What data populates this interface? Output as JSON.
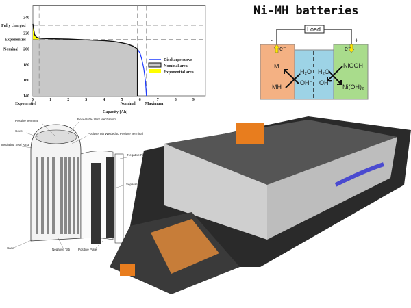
{
  "chart_data": {
    "type": "line",
    "xlabel": "Capacity [Ah]",
    "ylabel": "",
    "xlim": [
      0,
      9.65
    ],
    "ylim": [
      140,
      255
    ],
    "x_ticks": [
      0,
      1,
      2,
      3,
      4,
      5,
      6,
      7,
      8,
      9
    ],
    "y_ticks": [
      140,
      160,
      180,
      200,
      220,
      240
    ],
    "y_annotations": [
      {
        "label": "Fully charged",
        "value": 230
      },
      {
        "label": "Exponentiel",
        "value": 212
      },
      {
        "label": "Nominal",
        "value": 200
      }
    ],
    "x_annotations": [
      {
        "label": "Exponentiel",
        "value": 0.35
      },
      {
        "label": "Nominal",
        "value": 5.85
      },
      {
        "label": "Maximum",
        "value": 6.35
      }
    ],
    "series": [
      {
        "name": "Discharge curve",
        "color": "#1f3cff",
        "x": [
          0,
          0.05,
          0.1,
          0.2,
          0.3,
          0.5,
          1,
          2,
          3,
          4,
          4.5,
          5,
          5.3,
          5.6,
          5.85,
          6.0,
          6.1,
          6.2,
          6.3,
          6.35
        ],
        "y": [
          232,
          224,
          218,
          215,
          214,
          213.5,
          213,
          212.5,
          211.5,
          210.5,
          209.5,
          207.5,
          206,
          203.5,
          200,
          194,
          186,
          175,
          158,
          140
        ]
      }
    ],
    "areas": [
      {
        "name": "Nominal area",
        "color": "#c8c8c8",
        "x_range": [
          0.35,
          5.85
        ]
      },
      {
        "name": "Exponential area",
        "color": "#ffff00",
        "x_range": [
          0,
          0.35
        ]
      }
    ],
    "legend": "right",
    "grid": true
  },
  "diagram": {
    "title": "Ni-MH batteries",
    "load": "Load",
    "minus": "-",
    "plus": "+",
    "electron": "e⁻",
    "left_labels": [
      "M",
      "MH"
    ],
    "middle_left": [
      "H₂O",
      "OH⁻"
    ],
    "middle_right": [
      "H₂O",
      "OH⁻"
    ],
    "right_labels": [
      "NiOOH",
      "Ni(OH)₂"
    ],
    "colors": {
      "anode": "#f4b183",
      "electrolyte": "#9dd3e6",
      "cathode": "#a9dc8c"
    }
  },
  "cell": {
    "labels": [
      "Positive Terminal",
      "Resealable Vent Mechanism",
      "Cover",
      "Positive Tab Welded to Positive Terminal",
      "Insulating Seal Ring",
      "Negative Plate",
      "Separator",
      "Case",
      "Negative Tab",
      "Positive Plate"
    ]
  }
}
